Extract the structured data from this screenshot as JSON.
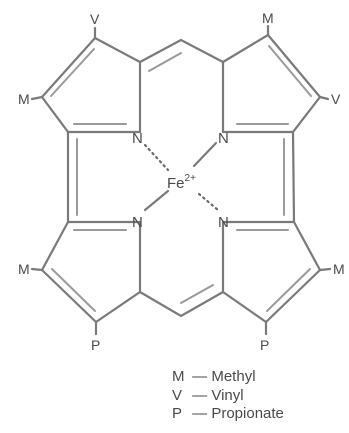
{
  "molecule": {
    "nitrogen": "N",
    "iron": "Fe",
    "iron_charge": "2+",
    "substituents": {
      "top_left": "V",
      "top_right": "M",
      "left_upper": "M",
      "right_upper": "V",
      "left_lower": "M",
      "right_lower": "M",
      "bottom_left": "P",
      "bottom_right": "P"
    }
  },
  "legend": [
    {
      "key": "M",
      "dash": "—",
      "label": "Methyl"
    },
    {
      "key": "V",
      "dash": "—",
      "label": "Vinyl"
    },
    {
      "key": "P",
      "dash": "—",
      "label": "Propionate"
    }
  ]
}
